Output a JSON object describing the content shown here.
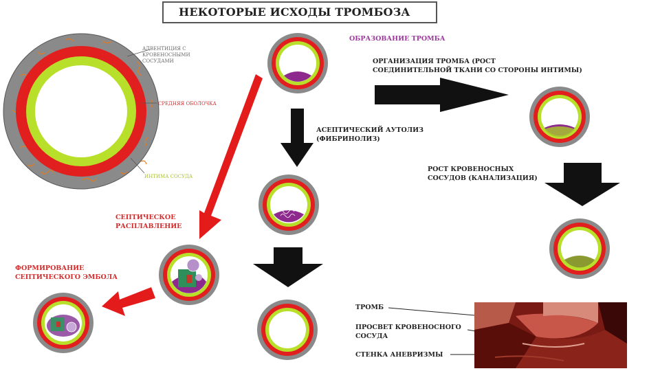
{
  "title": "НЕКОТОРЫЕ ИСХОДЫ ТРОМБОЗА",
  "big_vessel_labels": {
    "adventitia": "АДВЕНТИЦИЯ С\nКРОВЕНОСНЫМИ\nСОСУДАМИ",
    "media": "СРЕДНЯЯ ОБОЛОЧКА",
    "intima": "ИНТИМА СОСУДА"
  },
  "steps": {
    "formation": "ОБРАЗОВАНИЕ ТРОМБА",
    "organization": "ОРГАНИЗАЦИЯ ТРОМБА (РОСТ\nСОЕДИНИТЕЛЬНОЙ ТКАНИ СО СТОРОНЫ ИНТИМЫ)",
    "aseptic": "АСЕПТИЧЕСКИЙ АУТОЛИЗ\n(ФИБРИНОЛИЗ)",
    "canalization": "РОСТ КРОВЕНОСНЫХ\nСОСУДОВ (КАНАЛИЗАЦИЯ)",
    "septic_melting": "СЕПТИЧЕСКОЕ\nРАСПЛАВЛЕНИЕ",
    "septic_embolus": "ФОРМИРОВАНИЕ\nСЕПТИЧЕСКОГО ЭМБОЛА"
  },
  "photo_labels": {
    "thrombus": "ТРОМБ",
    "lumen": "ПРОСВЕТ КРОВЕНОСНОГО\nСОСУДА",
    "wall": "СТЕНКА АНЕВРИЗМЫ"
  },
  "colors": {
    "adventitia": "#8a8a8a",
    "media": "#e21f1f",
    "intima": "#b8e02a",
    "thrombus": "#8e2a8e",
    "arrow_black": "#111111",
    "arrow_red": "#e41b1b"
  }
}
